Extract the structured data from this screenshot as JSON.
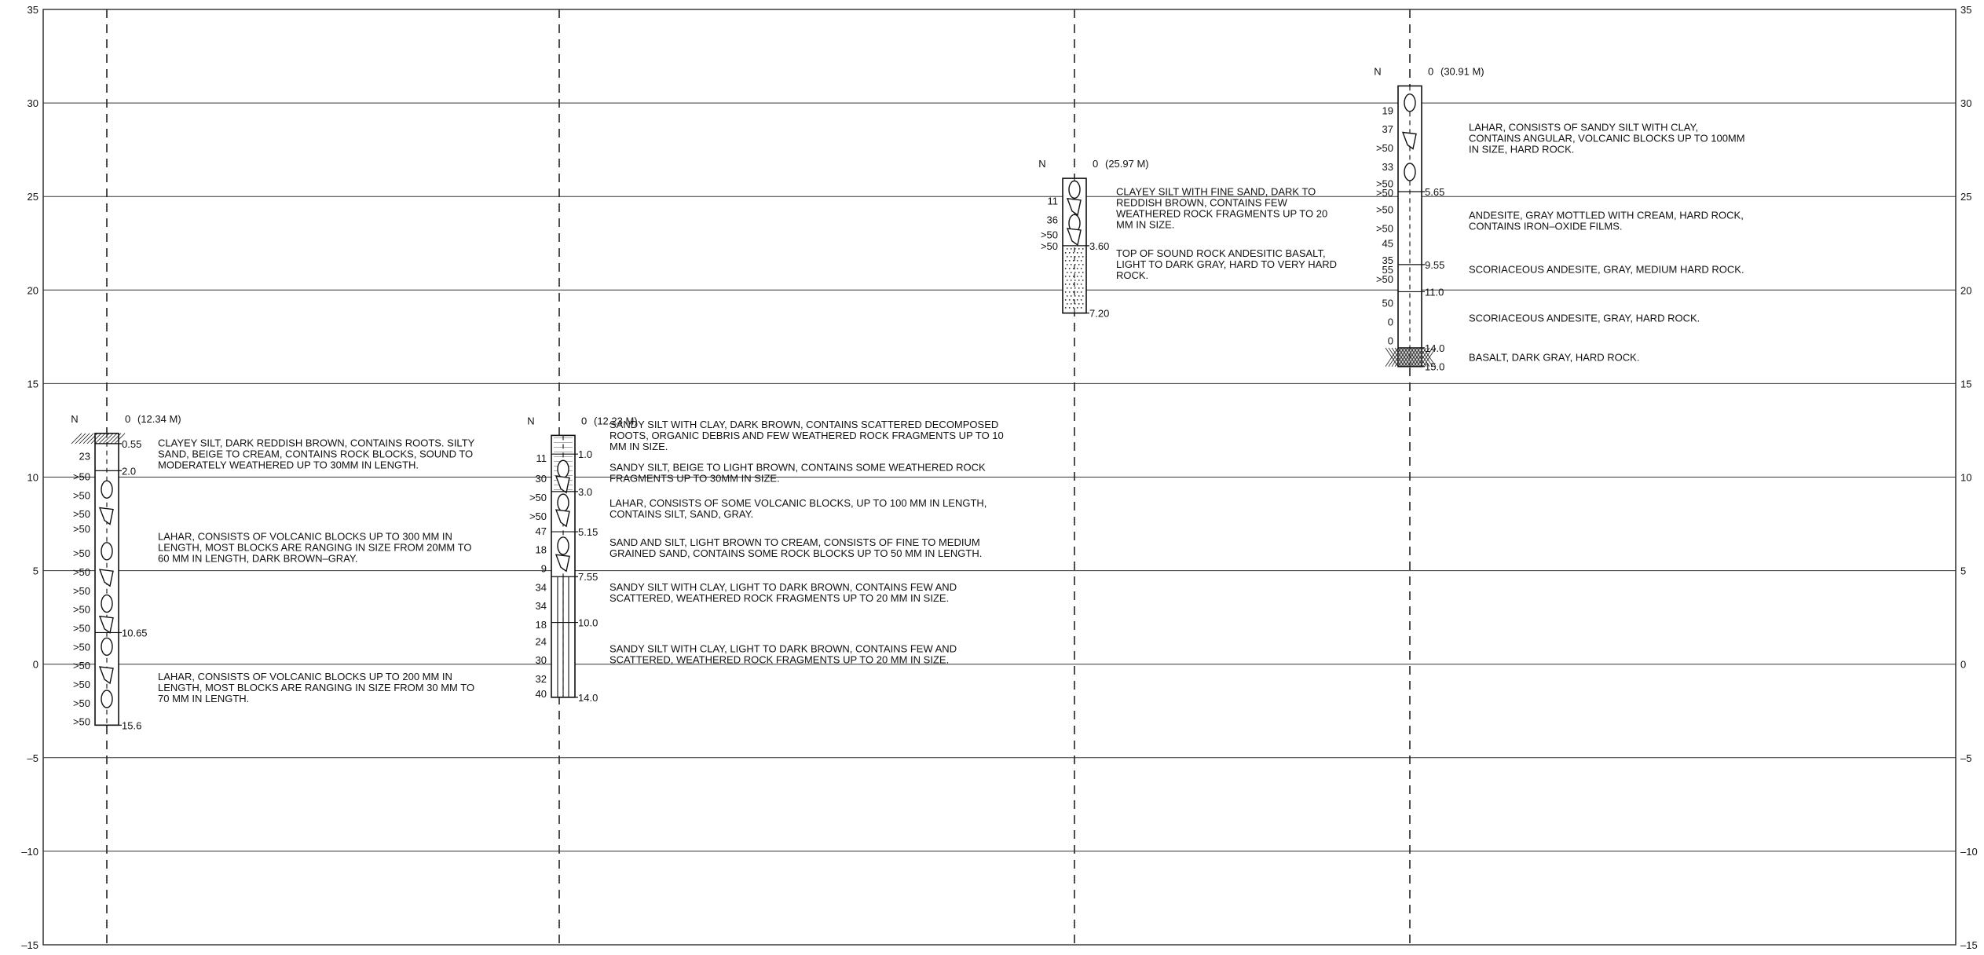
{
  "axis": {
    "y_min": -15,
    "y_max": 35,
    "ticks": [
      35,
      30,
      25,
      20,
      15,
      10,
      5,
      0,
      -5,
      -10,
      -15
    ],
    "tick_labels": [
      "35",
      "30",
      "25",
      "20",
      "15",
      "10",
      "5",
      "0",
      "–5",
      "–10",
      "–15"
    ]
  },
  "boreholes": [
    {
      "id": "bh1",
      "n_label": "N",
      "zero_label": "0",
      "ground_elev": 12.34,
      "ground_label": "(12.34 M)",
      "bottom_depth": 15.6,
      "hatch_to": 0.55,
      "spt": [
        {
          "depth": 1.2,
          "text": "23"
        },
        {
          "depth": 2.3,
          "text": ">50"
        },
        {
          "depth": 3.3,
          "text": ">50"
        },
        {
          "depth": 4.3,
          "text": ">50"
        },
        {
          "depth": 5.1,
          "text": ">50"
        },
        {
          "depth": 6.4,
          "text": ">50"
        },
        {
          "depth": 7.4,
          "text": ">50"
        },
        {
          "depth": 8.4,
          "text": ">50"
        },
        {
          "depth": 9.4,
          "text": ">50"
        },
        {
          "depth": 10.4,
          "text": ">50"
        },
        {
          "depth": 11.4,
          "text": ">50"
        },
        {
          "depth": 12.4,
          "text": ">50"
        },
        {
          "depth": 13.4,
          "text": ">50"
        },
        {
          "depth": 14.4,
          "text": ">50"
        },
        {
          "depth": 15.4,
          "text": ">50"
        }
      ],
      "boundaries": [
        {
          "depth": 0.55,
          "text": "0.55"
        },
        {
          "depth": 2.0,
          "text": "2.0"
        },
        {
          "depth": 10.65,
          "text": "10.65"
        },
        {
          "depth": 15.6,
          "text": "15.6"
        }
      ],
      "blocks": [
        3.0,
        4.4,
        6.3,
        7.7,
        9.1,
        10.2,
        11.4,
        12.9,
        14.2
      ],
      "descriptions": [
        {
          "depth": 0.7,
          "lines": [
            "CLAYEY SILT, DARK REDDISH BROWN, CONTAINS ROOTS. SILTY",
            "SAND, BEIGE TO CREAM, CONTAINS ROCK BLOCKS, SOUND TO",
            "MODERATELY WEATHERED UP TO 30MM IN LENGTH."
          ]
        },
        {
          "depth": 5.7,
          "lines": [
            "LAHAR, CONSISTS OF VOLCANIC BLOCKS UP TO 300 MM IN",
            "LENGTH,  MOST BLOCKS ARE RANGING IN SIZE FROM 20MM TO",
            "60 MM IN LENGTH,  DARK BROWN–GRAY."
          ]
        },
        {
          "depth": 13.2,
          "lines": [
            "LAHAR, CONSISTS OF VOLCANIC BLOCKS UP TO 200 MM IN",
            "LENGTH, MOST BLOCKS ARE RANGING IN SIZE FROM 30 MM TO",
            "70 MM IN LENGTH."
          ]
        }
      ]
    },
    {
      "id": "bh2",
      "n_label": "N",
      "zero_label": "0",
      "ground_elev": 12.23,
      "ground_label": "(12.23 M)",
      "bottom_depth": 14.0,
      "hatch_to": 0,
      "spt": [
        {
          "depth": 1.2,
          "text": "11"
        },
        {
          "depth": 2.3,
          "text": "30"
        },
        {
          "depth": 3.3,
          "text": ">50"
        },
        {
          "depth": 4.3,
          "text": ">50"
        },
        {
          "depth": 5.1,
          "text": "47"
        },
        {
          "depth": 6.1,
          "text": "18"
        },
        {
          "depth": 7.1,
          "text": "9"
        },
        {
          "depth": 8.1,
          "text": "34"
        },
        {
          "depth": 9.1,
          "text": "34"
        },
        {
          "depth": 10.1,
          "text": "18"
        },
        {
          "depth": 11.0,
          "text": "24"
        },
        {
          "depth": 12.0,
          "text": "30"
        },
        {
          "depth": 13.0,
          "text": "32"
        },
        {
          "depth": 13.8,
          "text": "40"
        }
      ],
      "boundaries": [
        {
          "depth": 1.0,
          "text": "1.0"
        },
        {
          "depth": 3.0,
          "text": "3.0"
        },
        {
          "depth": 5.15,
          "text": "5.15"
        },
        {
          "depth": 7.55,
          "text": "7.55"
        },
        {
          "depth": 10.0,
          "text": "10.0"
        },
        {
          "depth": 14.0,
          "text": "14.0"
        }
      ],
      "blocks": [
        1.8,
        2.6,
        3.6,
        4.4,
        5.9,
        6.8
      ],
      "descriptions": [
        {
          "depth": -0.4,
          "lines": [
            "SANDY SILT WITH CLAY, DARK BROWN, CONTAINS   SCATTERED DECOMPOSED",
            "ROOTS, ORGANIC DEBRIS AND   FEW WEATHERED ROCK FRAGMENTS UP TO 10",
            "MM IN SIZE."
          ]
        },
        {
          "depth": 1.9,
          "lines": [
            "SANDY SILT, BEIGE TO LIGHT BROWN, CONTAINS SOME WEATHERED ROCK",
            "FRAGMENTS UP TO 30MM IN SIZE."
          ]
        },
        {
          "depth": 3.8,
          "lines": [
            "LAHAR, CONSISTS OF SOME VOLCANIC BLOCKS, UP TO  100 MM IN LENGTH,",
            "CONTAINS SILT, SAND, GRAY."
          ]
        },
        {
          "depth": 5.9,
          "lines": [
            "SAND AND SILT, LIGHT BROWN TO CREAM, CONSISTS OF  FINE TO MEDIUM",
            "GRAINED SAND, CONTAINS SOME ROCK  BLOCKS UP TO 50 MM IN LENGTH."
          ]
        },
        {
          "depth": 8.3,
          "lines": [
            "SANDY SILT WITH CLAY, LIGHT TO DARK BROWN,  CONTAINS FEW AND",
            "SCATTERED, WEATHERED ROCK  FRAGMENTS UP TO 20 MM IN SIZE."
          ]
        },
        {
          "depth": 11.6,
          "lines": [
            "SANDY SILT WITH CLAY, LIGHT TO DARK BROWN, CONTAINS  FEW AND",
            "SCATTERED, WEATHERED ROCK FRAGMENTS UP  TO 20 MM IN SIZE."
          ]
        }
      ]
    },
    {
      "id": "bh3",
      "n_label": "N",
      "zero_label": "0",
      "ground_elev": 25.97,
      "ground_label": "(25.97 M)",
      "bottom_depth": 7.2,
      "hatch_to": 0,
      "spt": [
        {
          "depth": 1.2,
          "text": "11"
        },
        {
          "depth": 2.2,
          "text": "36"
        },
        {
          "depth": 3.0,
          "text": ">50"
        },
        {
          "depth": 3.6,
          "text": ">50"
        }
      ],
      "boundaries": [
        {
          "depth": 3.6,
          "text": "3.60"
        },
        {
          "depth": 7.2,
          "text": "7.20"
        }
      ],
      "blocks": [
        0.6,
        1.5,
        2.4,
        3.1
      ],
      "descriptions": [
        {
          "depth": 0.9,
          "lines": [
            "CLAYEY SILT WITH FINE SAND, DARK TO",
            "REDDISH BROWN,  CONTAINS FEW",
            "WEATHERED ROCK FRAGMENTS UP TO 20",
            "MM IN SIZE."
          ]
        },
        {
          "depth": 4.2,
          "lines": [
            "TOP OF SOUND ROCK ANDESITIC BASALT,",
            "LIGHT TO DARK GRAY, HARD TO VERY HARD",
            "ROCK."
          ]
        }
      ]
    },
    {
      "id": "bh4",
      "n_label": "N",
      "zero_label": "0",
      "ground_elev": 30.91,
      "ground_label": "(30.91 M)",
      "bottom_depth": 15.0,
      "hatch_to": 0,
      "bottom_hatch_from": 14.0,
      "spt": [
        {
          "depth": 1.3,
          "text": "19"
        },
        {
          "depth": 2.3,
          "text": "37"
        },
        {
          "depth": 3.3,
          "text": ">50"
        },
        {
          "depth": 4.3,
          "text": "33"
        },
        {
          "depth": 5.2,
          "text": ">50"
        },
        {
          "depth": 5.7,
          "text": ">50"
        },
        {
          "depth": 6.6,
          "text": ">50"
        },
        {
          "depth": 7.6,
          "text": ">50"
        },
        {
          "depth": 8.4,
          "text": "45"
        },
        {
          "depth": 9.3,
          "text": "35"
        },
        {
          "depth": 9.8,
          "text": "55"
        },
        {
          "depth": 10.3,
          "text": ">50"
        },
        {
          "depth": 11.6,
          "text": "50"
        },
        {
          "depth": 12.6,
          "text": "0"
        },
        {
          "depth": 13.6,
          "text": "0"
        }
      ],
      "boundaries": [
        {
          "depth": 5.65,
          "text": "5.65"
        },
        {
          "depth": 9.55,
          "text": "9.55"
        },
        {
          "depth": 11.0,
          "text": "11.0"
        },
        {
          "depth": 14.0,
          "text": "14.0"
        },
        {
          "depth": 15.0,
          "text": "15.0"
        }
      ],
      "blocks": [
        0.9,
        2.9,
        4.6
      ],
      "descriptions": [
        {
          "depth": 2.4,
          "lines": [
            "LAHAR, CONSISTS OF SANDY SILT  WITH  CLAY,",
            "CONTAINS ANGULAR, VOLCANIC  BLOCKS UP TO 100MM",
            "IN SIZE, HARD  ROCK."
          ]
        },
        {
          "depth": 7.1,
          "lines": [
            "ANDESITE, GRAY MOTTLED WITH  CREAM,  HARD ROCK,",
            "CONTAINS  IRON–OXIDE  FILMS."
          ]
        },
        {
          "depth": 10.0,
          "lines": [
            "SCORIACEOUS ANDESITE, GRAY,   MEDIUM HARD ROCK."
          ]
        },
        {
          "depth": 12.6,
          "lines": [
            "SCORIACEOUS ANDESITE, GRAY,  HARD ROCK."
          ]
        },
        {
          "depth": 14.7,
          "lines": [
            "BASALT, DARK GRAY, HARD ROCK."
          ]
        }
      ]
    }
  ]
}
